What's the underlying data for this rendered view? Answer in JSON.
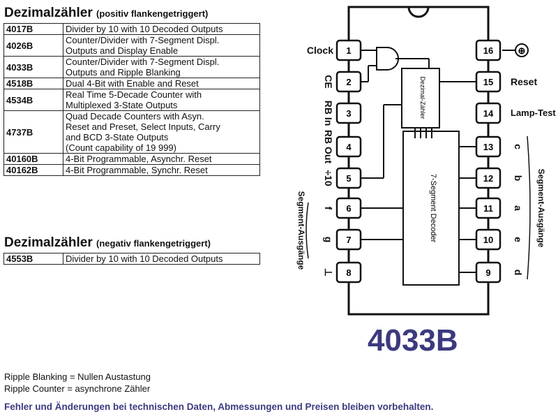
{
  "pos_section": {
    "title": "Dezimalzähler",
    "subtitle": "(positiv flankengetriggert)",
    "rows": [
      {
        "code": "4017B",
        "desc": "Divider by 10 with 10 Decoded Outputs"
      },
      {
        "code": "4026B",
        "desc": "Counter/Divider with 7-Segment Displ.\nOutputs and Display Enable"
      },
      {
        "code": "4033B",
        "desc": "Counter/Divider with 7-Segment Displ.\nOutputs and Ripple Blanking"
      },
      {
        "code": "4518B",
        "desc": "Dual 4-Bit with Enable and Reset"
      },
      {
        "code": "4534B",
        "desc": "Real Time 5-Decade Counter with\nMultiplexed 3-State Outputs"
      },
      {
        "code": "4737B",
        "desc": "Quad Decade Counters with Asyn.\nReset and Preset, Select Inputs, Carry\nand BCD 3-State Outputs\n(Count capability of 19 999)"
      },
      {
        "code": "40160B",
        "desc": "4-Bit Programmable, Asynchr. Reset"
      },
      {
        "code": "40162B",
        "desc": "4-Bit Programmable, Synchr. Reset"
      }
    ]
  },
  "neg_section": {
    "title": "Dezimalzähler",
    "subtitle": "(negativ flankengetriggert)",
    "rows": [
      {
        "code": "4553B",
        "desc": "Divider by 10 with 10 Decoded Outputs"
      }
    ]
  },
  "notes": [
    "Ripple Blanking = Nullen Austastung",
    "Ripple Counter = asynchrone Zähler"
  ],
  "footer": "Fehler und Änderungen bei technischen Daten, Abmessungen und Preisen bleiben vorbehalten.",
  "chip_name": "4033B",
  "diagram": {
    "left_labels": [
      "Clock",
      "CE",
      "RB In",
      "RB Out",
      "÷10",
      "f",
      "g",
      "⊥"
    ],
    "right_labels": [
      "⊕",
      "Reset",
      "Lamp-Test",
      "c",
      "b",
      "a",
      "e",
      "d"
    ],
    "left_pins": [
      "1",
      "2",
      "3",
      "4",
      "5",
      "6",
      "7",
      "8"
    ],
    "right_pins": [
      "16",
      "15",
      "14",
      "13",
      "12",
      "11",
      "10",
      "9"
    ],
    "counter_block": "Dezimal-Zähler",
    "decoder_block": "7-Segment Decoder",
    "segment_label_left": "Segment-Ausgänge",
    "segment_label_right": "Segment-Ausgänge"
  },
  "colors": {
    "accent": "#3c3a7e",
    "ink": "#111111"
  }
}
